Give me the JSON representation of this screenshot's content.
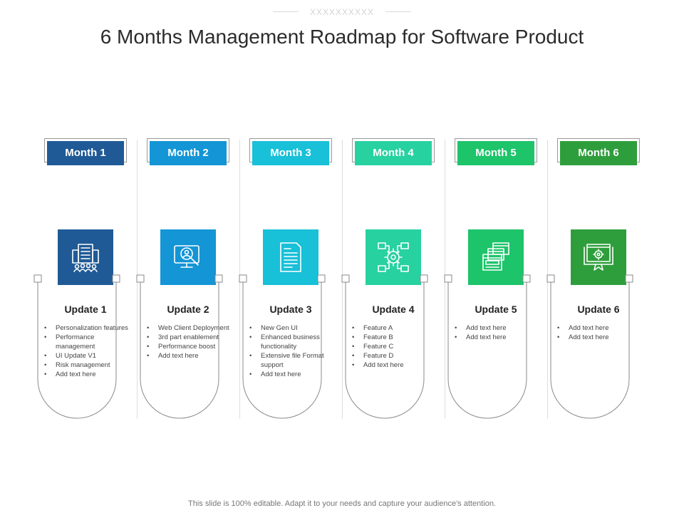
{
  "header": {
    "decoration": "XXXXXXXXXX",
    "title": "6 Months Management Roadmap for Software Product"
  },
  "footer": "This slide is 100% editable. Adapt it to your needs and capture your audience's attention.",
  "columns": [
    {
      "month": "Month 1",
      "color": "#1f5a96",
      "icon": "building-people-icon",
      "update": "Update 1",
      "bullets": [
        "Personalization features",
        "Performance management",
        "UI Update V1",
        "Risk management",
        "Add text here"
      ]
    },
    {
      "month": "Month 2",
      "color": "#1495d6",
      "icon": "monitor-search-icon",
      "update": "Update 2",
      "bullets": [
        "Web Client Deployment",
        "3rd part enablement",
        "Performance boost",
        "Add text here"
      ]
    },
    {
      "month": "Month 3",
      "color": "#18c0d8",
      "icon": "document-icon",
      "update": "Update 3",
      "bullets": [
        "New Gen UI",
        "Enhanced business functionality",
        "Extensive file Format support",
        "Add text here"
      ]
    },
    {
      "month": "Month 4",
      "color": "#27d1a0",
      "icon": "gear-network-icon",
      "update": "Update 4",
      "bullets": [
        "Feature A",
        "Feature B",
        "Feature C",
        "Feature D",
        "Add text here"
      ]
    },
    {
      "month": "Month 5",
      "color": "#1dc46a",
      "icon": "stacked-windows-icon",
      "update": "Update 5",
      "bullets": [
        "Add text here",
        "Add text here"
      ]
    },
    {
      "month": "Month 6",
      "color": "#2e9e3c",
      "icon": "settings-monitor-icon",
      "update": "Update 6",
      "bullets": [
        "Add text here",
        "Add text here"
      ]
    }
  ]
}
